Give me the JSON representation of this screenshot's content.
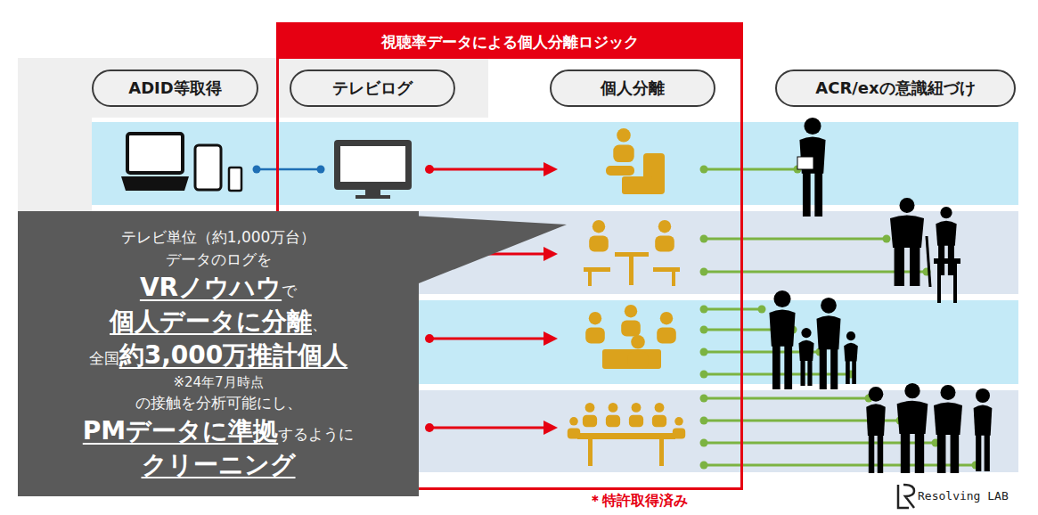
{
  "diagram": {
    "nodes": [
      {
        "text": [
          "視聴率データによる個人分離ロジック"
        ]
      },
      {
        "text": [
          "ADID等取得"
        ]
      },
      {
        "text": [
          "テレビログ"
        ],
        "in": 0
      },
      {
        "text": [
          "個人分離"
        ],
        "in": 0
      },
      {
        "text": [
          "ACR/exの意識紐づけ"
        ]
      },
      {
        "text": [
          "テレビ単位（約1,000万台）",
          "データのログを",
          "VRノウハウ",
          "で",
          "個人データに分離",
          "、",
          "全国",
          "約3,000万推計個人",
          "※24年7月時点",
          "の接触を分析可能にし、",
          "PMデータに準拠",
          "するように",
          "クリーニング"
        ]
      }
    ],
    "labels": [
      "＊特許取得済み",
      "Resolving LAB"
    ]
  }
}
